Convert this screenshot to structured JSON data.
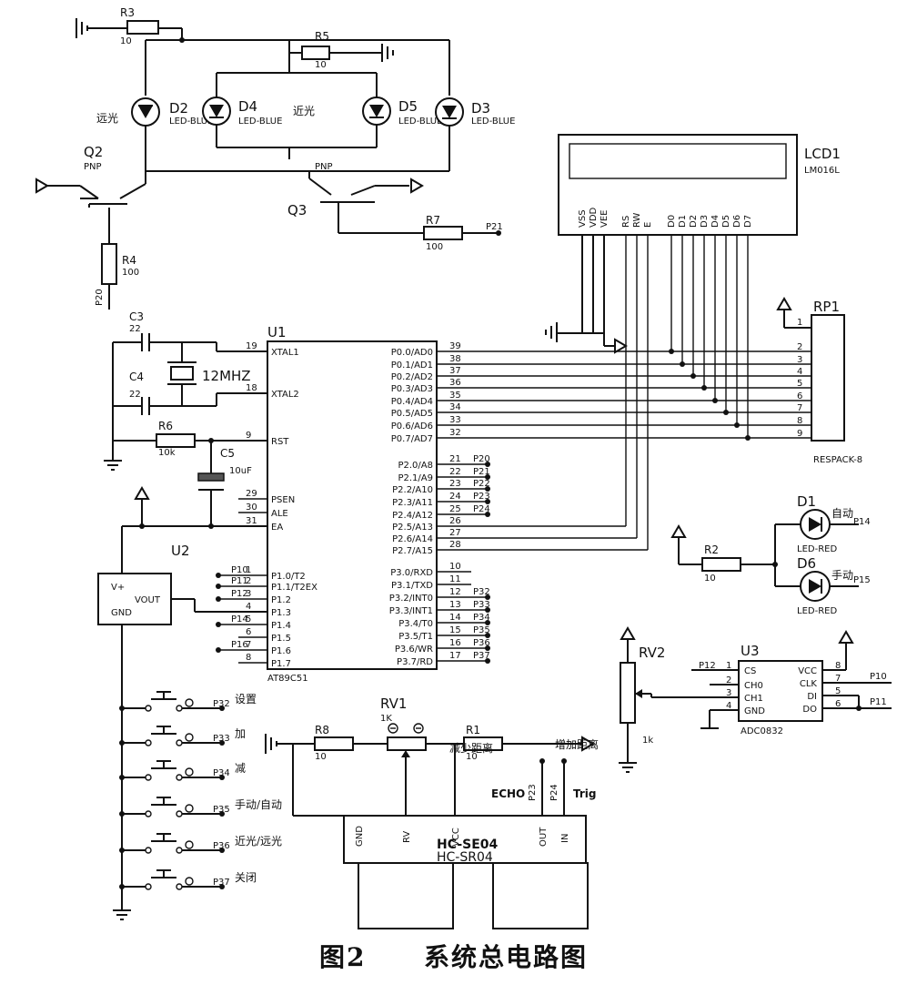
{
  "caption": {
    "figure": "图2",
    "title": "系统总电路图"
  },
  "components": {
    "R3": {
      "ref": "R3",
      "value": "10"
    },
    "R5": {
      "ref": "R5",
      "value": "10"
    },
    "R4": {
      "ref": "R4",
      "value": "100"
    },
    "R7": {
      "ref": "R7",
      "value": "100"
    },
    "R6": {
      "ref": "R6",
      "value": "10k"
    },
    "R8": {
      "ref": "R8",
      "value": "10"
    },
    "R1": {
      "ref": "R1",
      "value": "10"
    },
    "R2": {
      "ref": "R2",
      "value": "10"
    },
    "RV1": {
      "ref": "RV1",
      "value": "1K"
    },
    "RV2": {
      "ref": "RV2",
      "value": "1k"
    },
    "C3": {
      "ref": "C3",
      "value": "22"
    },
    "C4": {
      "ref": "C4",
      "value": "22"
    },
    "C5": {
      "ref": "C5",
      "value": "10uF"
    },
    "crystal": {
      "value": "12MHZ"
    },
    "D1": {
      "ref": "D1",
      "type": "LED-RED",
      "label": "自动",
      "net": "P14"
    },
    "D6": {
      "ref": "D6",
      "type": "LED-RED",
      "label": "手动",
      "net": "P15"
    },
    "D2": {
      "ref": "D2",
      "type": "LED-BLUE",
      "label": "远光"
    },
    "D4": {
      "ref": "D4",
      "type": "LED-BLUE",
      "label": "近光"
    },
    "D5": {
      "ref": "D5",
      "type": "LED-BLUE"
    },
    "D3": {
      "ref": "D3",
      "type": "LED-BLUE"
    },
    "Q2": {
      "ref": "Q2",
      "type": "PNP",
      "net": "P20"
    },
    "Q3": {
      "ref": "Q3",
      "type": "PNP",
      "net": "P21"
    },
    "LCD1": {
      "ref": "LCD1",
      "model": "LM016L"
    },
    "RP1": {
      "ref": "RP1",
      "model": "RESPACK-8"
    },
    "U1": {
      "ref": "U1",
      "model": "AT89C51"
    },
    "U2": {
      "ref": "U2",
      "pins": [
        "V+",
        "VOUT",
        "GND"
      ]
    },
    "U3": {
      "ref": "U3",
      "model": "ADC0832"
    },
    "HC": {
      "name": "HC-SE04",
      "model": "HC-SR04",
      "pins": [
        "GND",
        "RV",
        "VCC",
        "OUT",
        "IN"
      ],
      "echo": "ECHO",
      "trig": "Trig"
    }
  },
  "lcd_pins": [
    "VSS",
    "VDD",
    "VEE",
    "RS",
    "RW",
    "E",
    "D0",
    "D1",
    "D2",
    "D3",
    "D4",
    "D5",
    "D6",
    "D7"
  ],
  "u1_left_pins": [
    {
      "num": "19",
      "name": "XTAL1"
    },
    {
      "num": "18",
      "name": "XTAL2"
    },
    {
      "num": "9",
      "name": "RST"
    },
    {
      "num": "29",
      "name": "PSEN"
    },
    {
      "num": "30",
      "name": "ALE"
    },
    {
      "num": "31",
      "name": "EA"
    },
    {
      "num": "1",
      "name": "P1.0/T2",
      "net": "P10"
    },
    {
      "num": "2",
      "name": "P1.1/T2EX",
      "net": "P11"
    },
    {
      "num": "3",
      "name": "P1.2",
      "net": "P12"
    },
    {
      "num": "4",
      "name": "P1.3"
    },
    {
      "num": "5",
      "name": "P1.4",
      "net": "P14"
    },
    {
      "num": "6",
      "name": "P1.5"
    },
    {
      "num": "7",
      "name": "P1.6",
      "net": "P16"
    },
    {
      "num": "8",
      "name": "P1.7"
    }
  ],
  "u1_right_pins": [
    {
      "num": "39",
      "name": "P0.0/AD0"
    },
    {
      "num": "38",
      "name": "P0.1/AD1"
    },
    {
      "num": "37",
      "name": "P0.2/AD2"
    },
    {
      "num": "36",
      "name": "P0.3/AD3"
    },
    {
      "num": "35",
      "name": "P0.4/AD4"
    },
    {
      "num": "34",
      "name": "P0.5/AD5"
    },
    {
      "num": "33",
      "name": "P0.6/AD6"
    },
    {
      "num": "32",
      "name": "P0.7/AD7"
    },
    {
      "num": "21",
      "name": "P2.0/A8",
      "net": "P20"
    },
    {
      "num": "22",
      "name": "P2.1/A9",
      "net": "P21"
    },
    {
      "num": "23",
      "name": "P2.2/A10",
      "net": "P22"
    },
    {
      "num": "24",
      "name": "P2.3/A11",
      "net": "P23"
    },
    {
      "num": "25",
      "name": "P2.4/A12",
      "net": "P24"
    },
    {
      "num": "26",
      "name": "P2.5/A13"
    },
    {
      "num": "27",
      "name": "P2.6/A14"
    },
    {
      "num": "28",
      "name": "P2.7/A15"
    },
    {
      "num": "10",
      "name": "P3.0/RXD"
    },
    {
      "num": "11",
      "name": "P3.1/TXD"
    },
    {
      "num": "12",
      "name": "P3.2/INT0",
      "net": "P32"
    },
    {
      "num": "13",
      "name": "P3.3/INT1",
      "net": "P33"
    },
    {
      "num": "14",
      "name": "P3.4/T0",
      "net": "P34"
    },
    {
      "num": "15",
      "name": "P3.5/T1",
      "net": "P35"
    },
    {
      "num": "16",
      "name": "P3.6/WR",
      "net": "P36"
    },
    {
      "num": "17",
      "name": "P3.7/RD",
      "net": "P37"
    }
  ],
  "u3_left_pins": [
    {
      "num": "1",
      "name": "CS",
      "net": "P12"
    },
    {
      "num": "2",
      "name": "CH0"
    },
    {
      "num": "3",
      "name": "CH1"
    },
    {
      "num": "4",
      "name": "GND"
    }
  ],
  "u3_right_pins": [
    {
      "num": "8",
      "name": "VCC"
    },
    {
      "num": "7",
      "name": "CLK",
      "net": "P10"
    },
    {
      "num": "5",
      "name": "DI",
      "net": "P11"
    },
    {
      "num": "6",
      "name": "DO",
      "net": "P11"
    }
  ],
  "buttons": [
    {
      "net": "P32",
      "label": "设置"
    },
    {
      "net": "P33",
      "label": "加"
    },
    {
      "net": "P34",
      "label": "减"
    },
    {
      "net": "P35",
      "label": "手动/自动"
    },
    {
      "net": "P36",
      "label": "近光/远光"
    },
    {
      "net": "P37",
      "label": "关闭"
    }
  ],
  "misc_labels": {
    "rv1_side": "减少距离",
    "dist_label": "增加距离",
    "p23": "P23",
    "p24": "P24",
    "rp1_first_pin": "1"
  }
}
